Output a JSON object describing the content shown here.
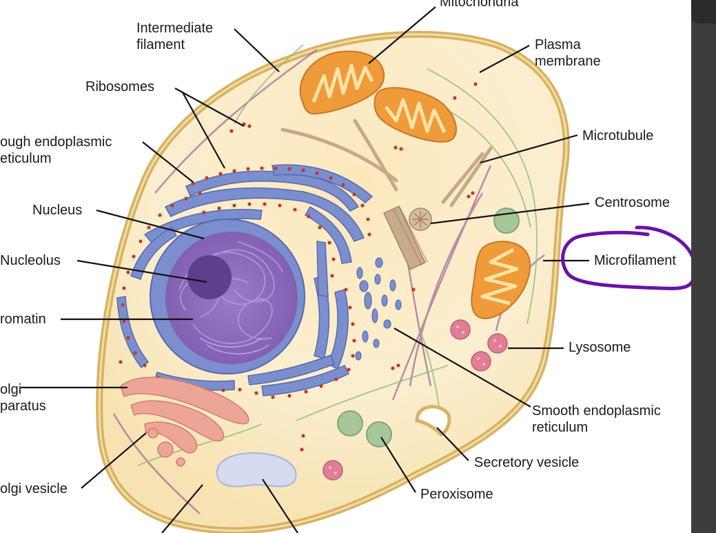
{
  "labels": {
    "mitochondria": "Mitochondria",
    "intermediate_filament": [
      "Intermediate",
      "filament"
    ],
    "plasma_membrane": [
      "Plasma",
      "membrane"
    ],
    "ribosomes": "Ribosomes",
    "rough_er": [
      "ough endoplasmic",
      "eticulum"
    ],
    "microtubule": "Microtubule",
    "nucleus": "Nucleus",
    "centrosome": "Centrosome",
    "nucleolus": "Nucleolus",
    "microfilament": "Microfilament",
    "chromatin": "romatin",
    "lysosome": "Lysosome",
    "golgi_apparatus": [
      "olgi",
      "paratus"
    ],
    "smooth_er": [
      "Smooth endoplasmic",
      "reticulum"
    ],
    "secretory_vesicle": "Secretory vesicle",
    "golgi_vesicle": "olgi vesicle",
    "peroxisome": "Peroxisome"
  },
  "colors": {
    "cytoplasm": "#fbe7b9",
    "membrane": "#d9b46a",
    "nucleus": "#8c6bb8",
    "rough_er": "#7b8fcf",
    "ribosome": "#c0392b",
    "mitochondria": "#ef9b3a",
    "golgi": "#eb9c8f",
    "lysosome": "#e27d97",
    "peroxisome": "#8fb88b",
    "highlight_annotation": "#6a12a8"
  }
}
